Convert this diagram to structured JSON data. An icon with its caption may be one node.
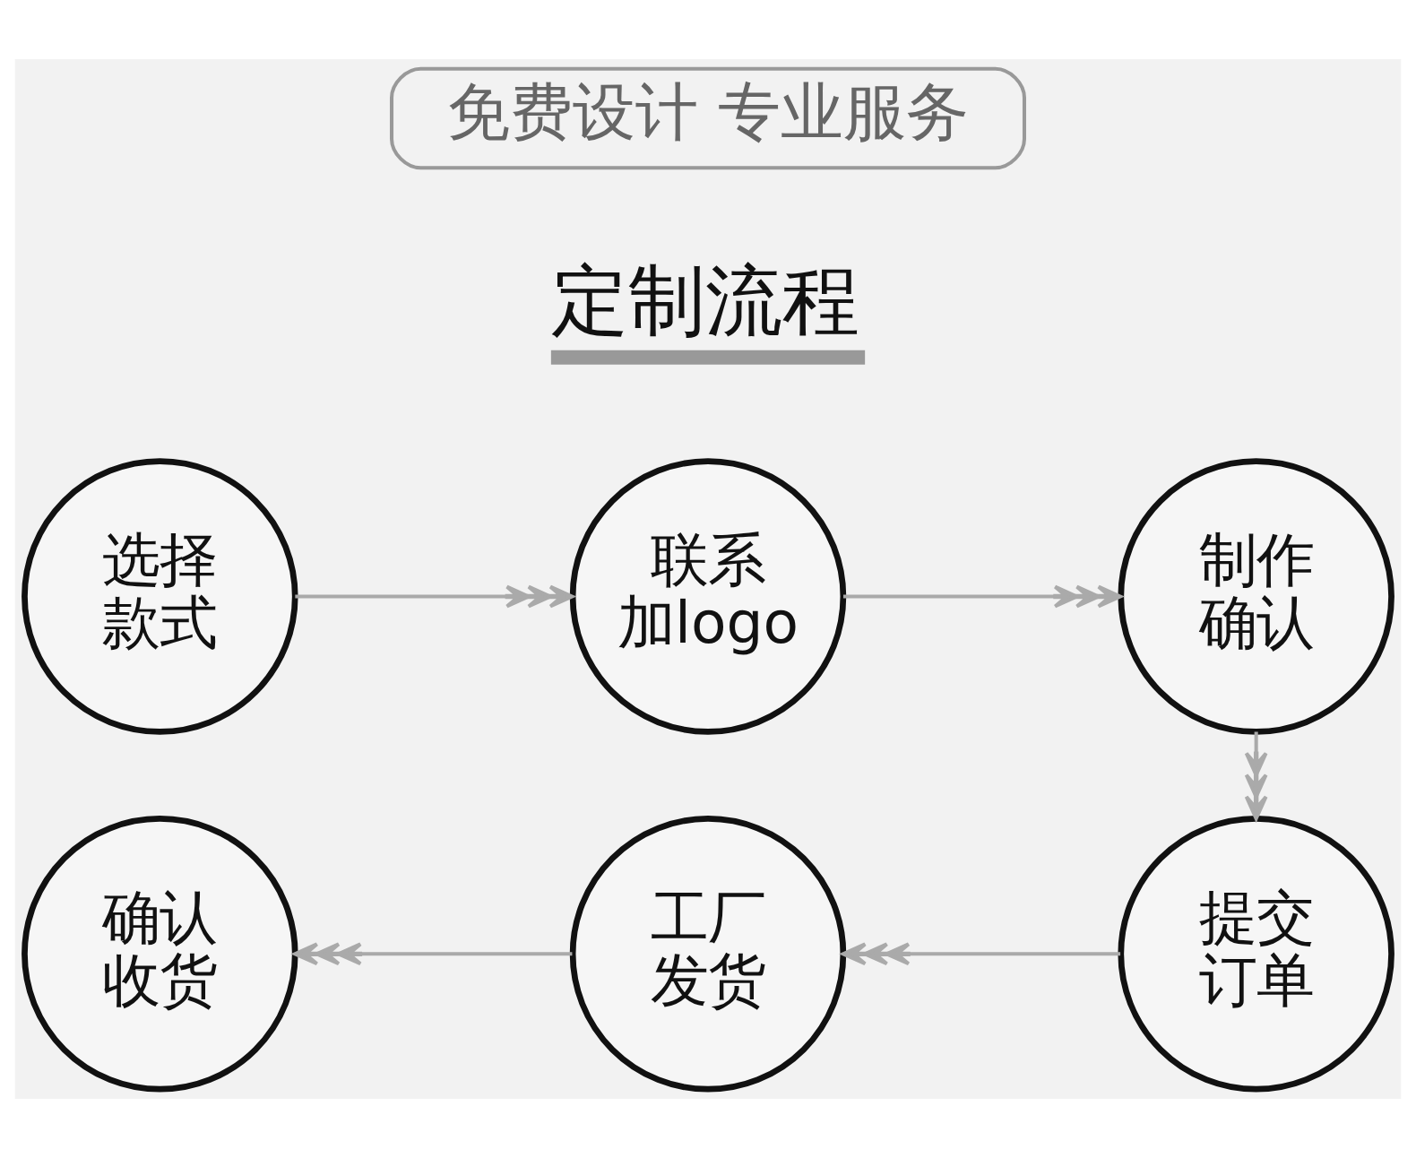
{
  "diagram": {
    "nodes": [
      {
        "text": [
          "免费设计 专业服务"
        ]
      },
      {
        "text": [
          "选择款式"
        ]
      },
      {
        "text": [
          "联系加logo"
        ]
      },
      {
        "text": [
          "制作确认"
        ]
      },
      {
        "text": [
          "提交订单"
        ]
      },
      {
        "text": [
          "工厂发货"
        ]
      },
      {
        "text": [
          "确认收货"
        ]
      }
    ],
    "edges": [
      {
        "from": 1,
        "to": 2,
        "arrow": "to"
      },
      {
        "from": 2,
        "to": 3,
        "arrow": "to"
      },
      {
        "from": 3,
        "to": 4,
        "arrow": "to"
      },
      {
        "from": 4,
        "to": 5,
        "arrow": "to"
      },
      {
        "from": 5,
        "to": 6,
        "arrow": "to"
      }
    ],
    "labels": [
      "定制流程"
    ]
  }
}
